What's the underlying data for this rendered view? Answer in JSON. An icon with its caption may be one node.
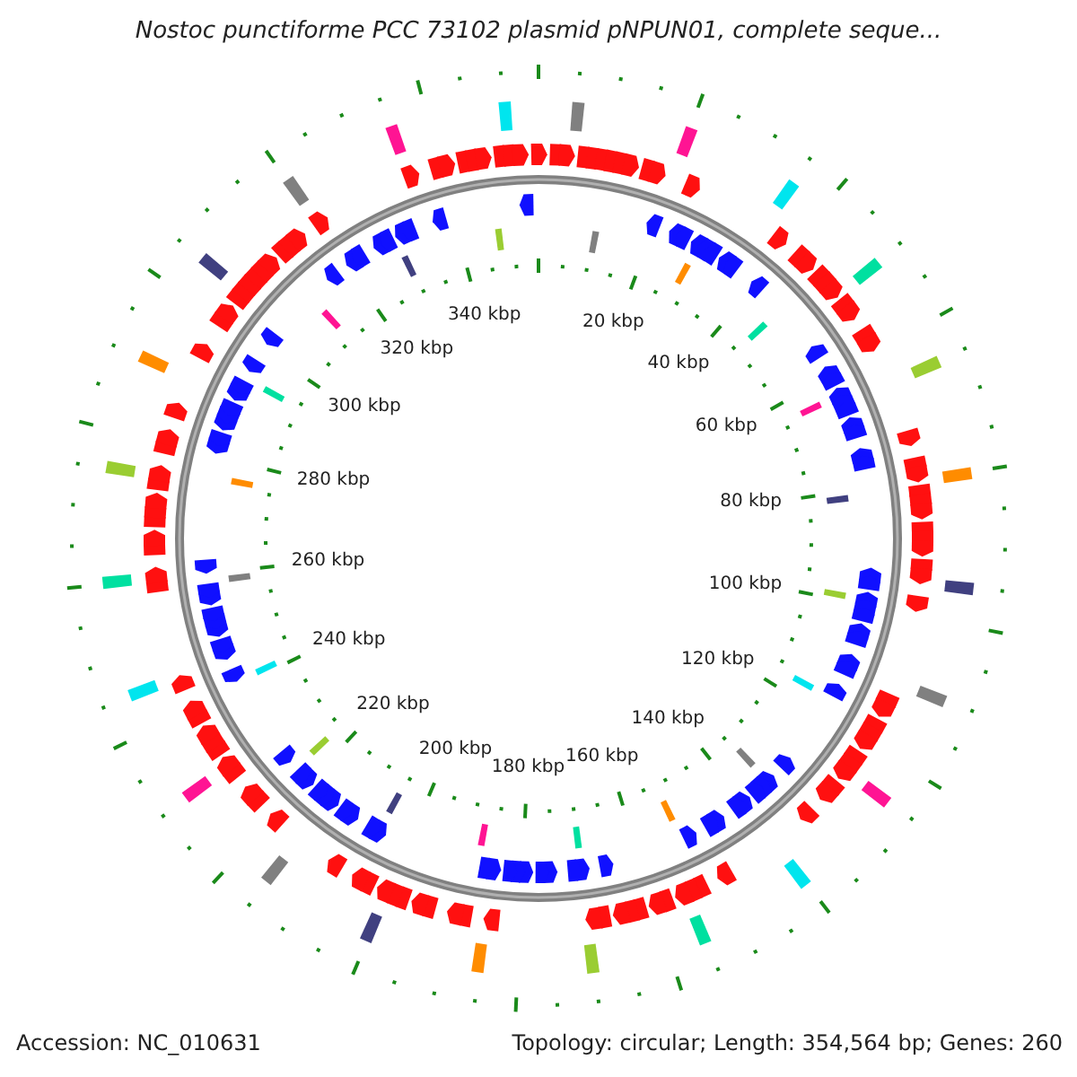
{
  "diagram": {
    "title": "Nostoc punctiforme PCC 73102 plasmid pNPUN01, complete seque...",
    "labels": [
      "20 kbp",
      "40 kbp",
      "60 kbp",
      "80 kbp",
      "100 kbp",
      "120 kbp",
      "140 kbp",
      "160 kbp",
      "180 kbp",
      "200 kbp",
      "220 kbp",
      "240 kbp",
      "260 kbp",
      "280 kbp",
      "300 kbp",
      "320 kbp",
      "340 kbp",
      "Accession: NC_010631",
      "Topology: circular; Length: 354,564 bp; Genes: 260"
    ]
  }
}
